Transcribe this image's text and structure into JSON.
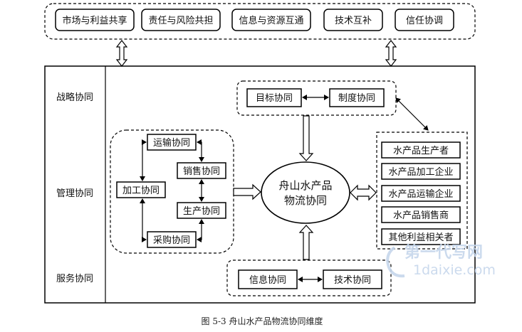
{
  "top_row": [
    "市场与利益共享",
    "责任与风险共担",
    "信息与资源互通",
    "技术互补",
    "信任协调"
  ],
  "levels": [
    "战略协同",
    "管理协同",
    "服务协同"
  ],
  "strategy_boxes": [
    "目标协同",
    "制度协同"
  ],
  "management_cycle": [
    "运输协同",
    "销售协同",
    "加工协同",
    "生产协同",
    "采购协同"
  ],
  "center_ellipse": [
    "舟山水产品",
    "物流协同"
  ],
  "stakeholders": [
    "水产品生产者",
    "水产品加工企业",
    "水产品运输企业",
    "水产品销售商",
    "其他利益相关者"
  ],
  "service_boxes": [
    "信息协同",
    "技术协同"
  ],
  "caption": "图 5-3 舟山水产品物流协同维度",
  "watermark": {
    "cn": "第一代写网",
    "en": "1daixie.com"
  }
}
